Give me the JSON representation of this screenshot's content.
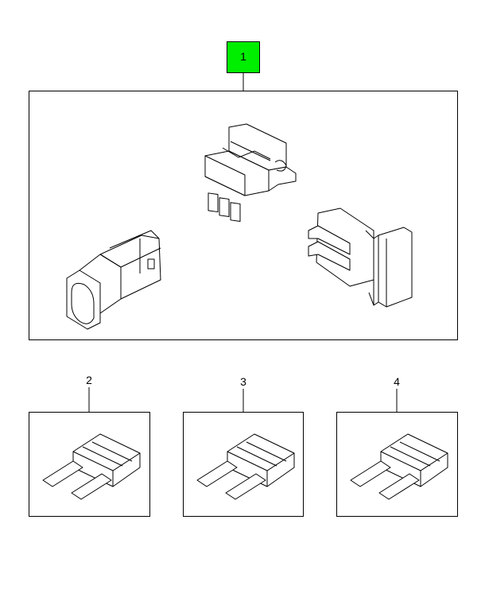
{
  "callouts": {
    "kit": "1",
    "fuse_a": "2",
    "fuse_b": "3",
    "fuse_c": "4"
  },
  "colors": {
    "highlight": "#00ee00",
    "line": "#000000"
  }
}
